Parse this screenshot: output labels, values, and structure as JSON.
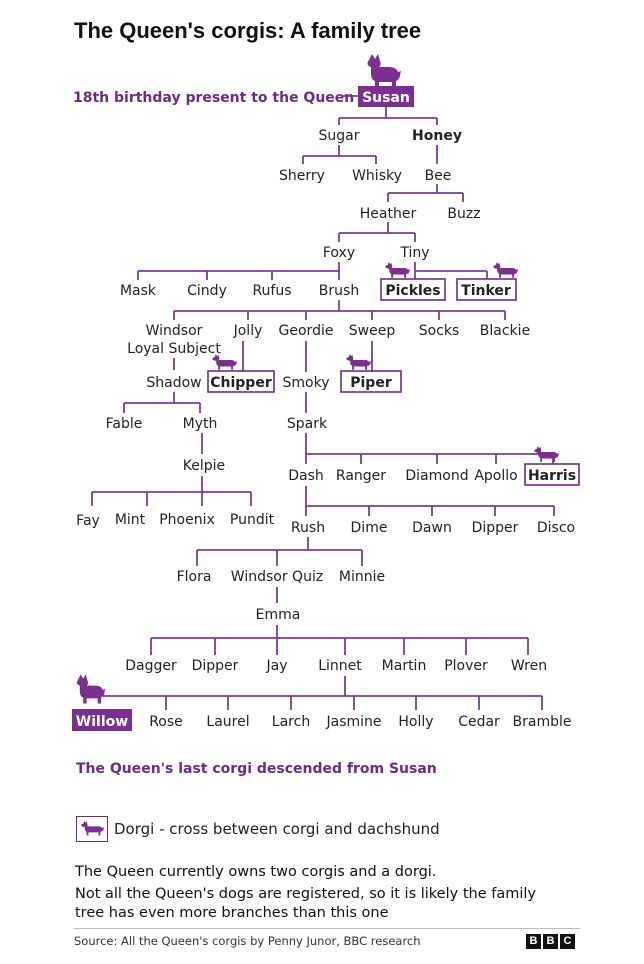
{
  "title": "The Queen's corgis: A family tree",
  "annotations": {
    "susan_note": "18th birthday present to the Queen",
    "willow_note": "The Queen's last corgi descended from Susan"
  },
  "colors": {
    "accent": "#7b2f92",
    "text": "#222222"
  },
  "icons": {
    "corgi": "corgi-icon",
    "dorgi": "dorgi-icon"
  },
  "dogs": {
    "susan": "Susan",
    "sugar": "Sugar",
    "honey": "Honey",
    "sherry": "Sherry",
    "whisky": "Whisky",
    "bee": "Bee",
    "heather": "Heather",
    "buzz": "Buzz",
    "foxy": "Foxy",
    "tiny": "Tiny",
    "mask": "Mask",
    "cindy": "Cindy",
    "rufus": "Rufus",
    "brush": "Brush",
    "pickles": "Pickles",
    "tinker": "Tinker",
    "windsor": "Windsor",
    "loyal_subject": "Loyal Subject",
    "jolly": "Jolly",
    "geordie": "Geordie",
    "sweep": "Sweep",
    "socks": "Socks",
    "blackie": "Blackie",
    "shadow": "Shadow",
    "chipper": "Chipper",
    "smoky": "Smoky",
    "piper": "Piper",
    "fable": "Fable",
    "myth": "Myth",
    "spark": "Spark",
    "kelpie": "Kelpie",
    "dash": "Dash",
    "ranger": "Ranger",
    "diamond": "Diamond",
    "apollo": "Apollo",
    "harris": "Harris",
    "fay": "Fay",
    "mint": "Mint",
    "phoenix": "Phoenix",
    "pundit": "Pundit",
    "rush": "Rush",
    "dime": "Dime",
    "dawn": "Dawn",
    "dipper": "Dipper",
    "disco": "Disco",
    "flora": "Flora",
    "windsor_quiz": "Windsor Quiz",
    "minnie": "Minnie",
    "emma": "Emma",
    "dagger": "Dagger",
    "dipper2": "Dipper",
    "jay": "Jay",
    "linnet": "Linnet",
    "martin": "Martin",
    "plover": "Plover",
    "wren": "Wren",
    "willow": "Willow",
    "rose": "Rose",
    "laurel": "Laurel",
    "larch": "Larch",
    "jasmine": "Jasmine",
    "holly": "Holly",
    "cedar": "Cedar",
    "bramble": "Bramble"
  },
  "legend": {
    "text": "Dorgi - cross between corgi and dachshund",
    "icon": "dorgi-icon"
  },
  "notes": {
    "line1": "The Queen currently owns two corgis and a dorgi.",
    "line2": "Not all the Queen's dogs are registered, so it is likely the family",
    "line3": "tree has even more branches than this one"
  },
  "footer": {
    "source": "Source: All the Queen's corgis by Penny Junor, BBC research",
    "logo_letters": [
      "B",
      "B",
      "C"
    ]
  }
}
